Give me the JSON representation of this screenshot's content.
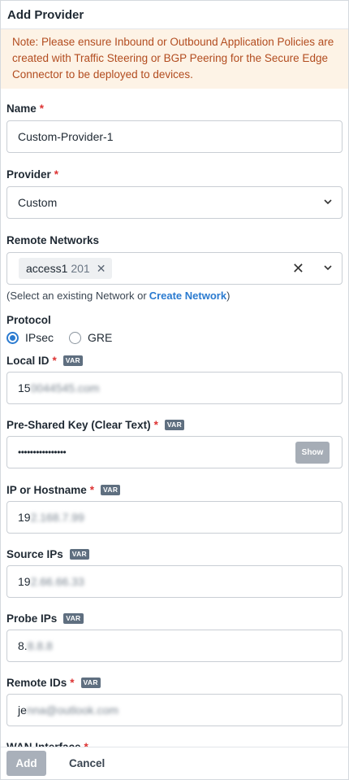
{
  "header": {
    "title": "Add Provider"
  },
  "note": "Note: Please ensure Inbound or Outbound Application Policies are created with Traffic Steering or BGP Peering for the Secure Edge Connector to be deployed to devices.",
  "var_badge": "VAR",
  "required_mark": "*",
  "name": {
    "label": "Name",
    "value": "Custom-Provider-1"
  },
  "provider": {
    "label": "Provider",
    "value": "Custom"
  },
  "remote_networks": {
    "label": "Remote Networks",
    "chip_name": "access1",
    "chip_count": "201",
    "chip_remove": "✕",
    "clear": "✕",
    "helper_prefix": "(Select an existing Network or",
    "helper_link": "Create Network",
    "helper_suffix": ")"
  },
  "protocol": {
    "label": "Protocol",
    "options": [
      "IPsec",
      "GRE"
    ],
    "selected": "IPsec"
  },
  "local_id": {
    "label": "Local ID",
    "value_visible": "15",
    "value_blurred": "0044545.com"
  },
  "psk": {
    "label": "Pre-Shared Key (Clear Text)",
    "value": "••••••••••••••••",
    "show_label": "Show"
  },
  "ip_hostname": {
    "label": "IP or Hostname",
    "value_visible": "19",
    "value_blurred": "2.168.7.99"
  },
  "source_ips": {
    "label": "Source IPs",
    "value_visible": "19",
    "value_blurred": "2.66.66.33"
  },
  "probe_ips": {
    "label": "Probe IPs",
    "value_visible": "8.",
    "value_blurred": "8.8.8"
  },
  "remote_ids": {
    "label": "Remote IDs",
    "value_visible": "je",
    "value_blurred": "nna@outlook.com"
  },
  "wan_interface": {
    "label": "WAN Interface"
  },
  "footer": {
    "add_label": "Add",
    "cancel_label": "Cancel"
  }
}
